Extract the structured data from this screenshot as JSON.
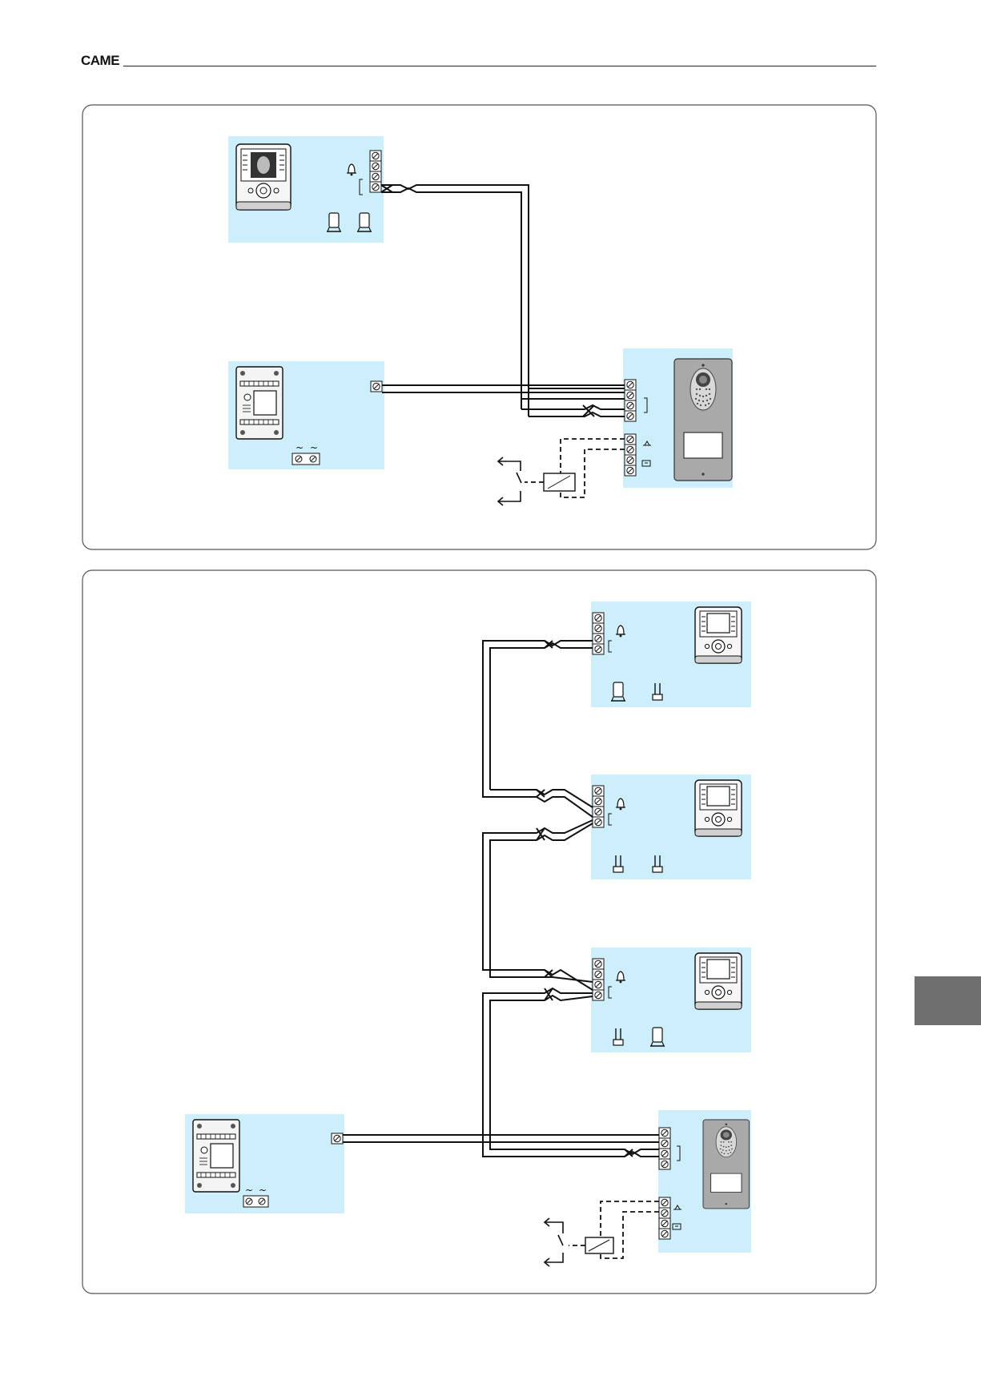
{
  "header": {
    "brand": "CAME"
  },
  "colors": {
    "zone_fill": "#cdeefb",
    "frame_stroke": "#555555",
    "wire": "#111111",
    "panel_face": "#a9a9a9",
    "side_tab": "#6f6f6f"
  },
  "diagrams": [
    {
      "id": "diagram-1",
      "devices": [
        "video-monitor",
        "power-supply",
        "door-entry-panel",
        "lock-relay"
      ],
      "icons": [
        "bell-icon",
        "handset-icon",
        "handset-icon",
        "mains-ac-icon",
        "key-lock-icon"
      ]
    },
    {
      "id": "diagram-2",
      "devices": [
        "video-monitor",
        "video-monitor",
        "video-monitor",
        "power-supply",
        "door-entry-panel",
        "lock-relay"
      ],
      "icons": [
        "bell-icon",
        "handset-icon",
        "terminal-icon",
        "mains-ac-icon",
        "key-lock-icon"
      ]
    }
  ]
}
